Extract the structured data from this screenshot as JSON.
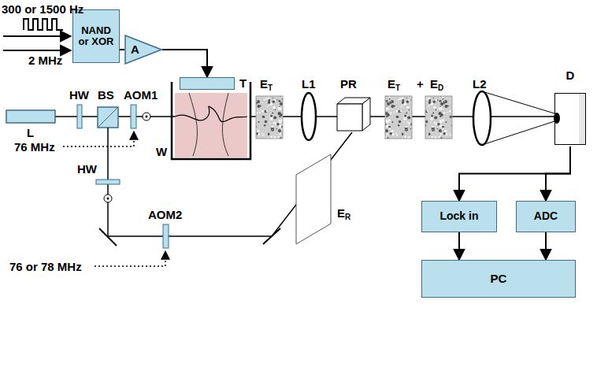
{
  "diagram": {
    "nodes": [
      {
        "text": [
          "NAND or XOR"
        ]
      },
      {
        "text": [
          "A"
        ]
      },
      {
        "text": [
          "T"
        ]
      },
      {
        "text": [
          "D"
        ]
      },
      {
        "text": [
          "Lock in"
        ]
      },
      {
        "text": [
          "ADC"
        ]
      },
      {
        "text": [
          "PC"
        ]
      }
    ],
    "edges": [
      {
        "from": 0,
        "to": 1,
        "arrow": "none"
      },
      {
        "from": 1,
        "to": 2,
        "arrow": "to"
      },
      {
        "from": 3,
        "to": 4,
        "arrow": "to"
      },
      {
        "from": 3,
        "to": 5,
        "arrow": "to"
      },
      {
        "from": 4,
        "to": 6,
        "arrow": "to"
      },
      {
        "from": 5,
        "to": 6,
        "arrow": "to"
      }
    ],
    "labels": [
      "300 or 1500 Hz",
      "2 MHz",
      "HW",
      "BS",
      "AOM1",
      "L",
      "W",
      "76 MHz",
      "HW",
      "AOM2",
      "76 or 78 MHz",
      "ET",
      "L1",
      "PR",
      "ET",
      "+",
      "ED",
      "L2",
      "ER"
    ]
  }
}
